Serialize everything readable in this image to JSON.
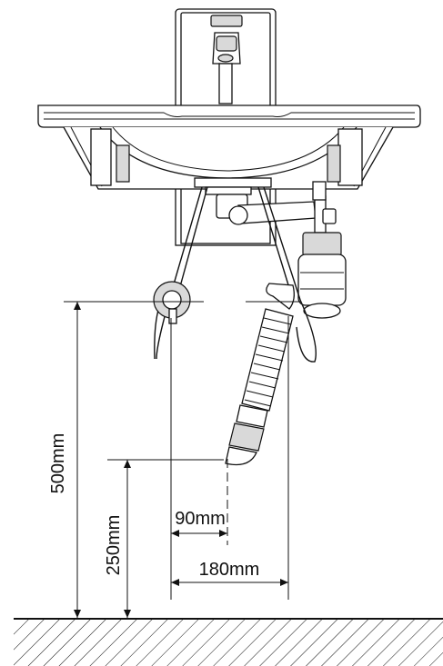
{
  "dimensions": {
    "height_total": "500mm",
    "height_outlet": "250mm",
    "offset_half": "90mm",
    "offset_full": "180mm"
  }
}
